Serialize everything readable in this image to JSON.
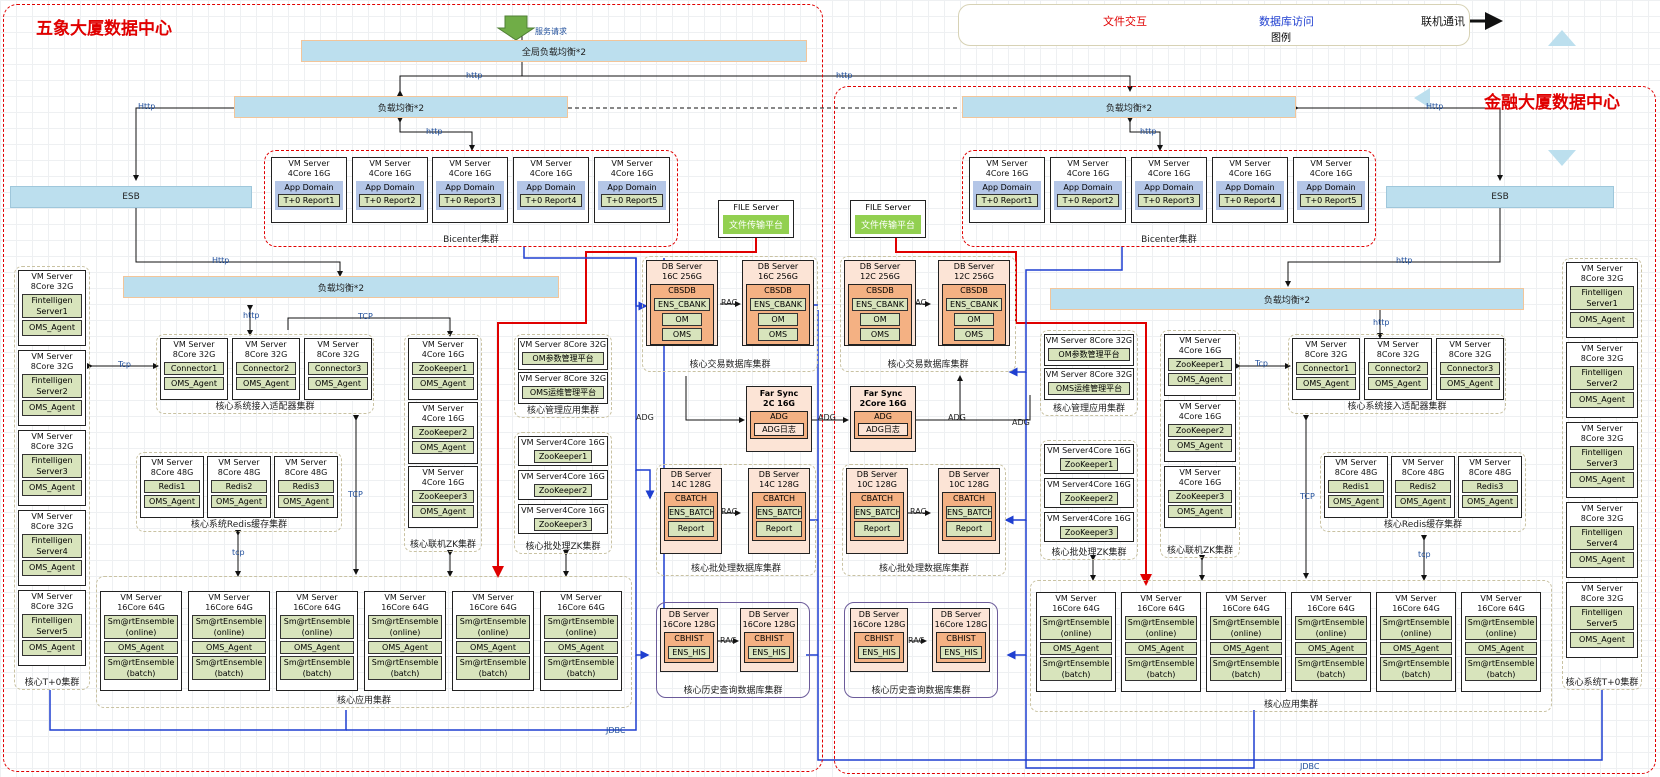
{
  "colors": {
    "file": "#e00000",
    "db": "#1f3fd0",
    "link": "#111111",
    "zone": "#e00000",
    "vm_component": "#d8e4bc",
    "db_server": "#fce4d6",
    "db_component": "#f4b183",
    "app_domain": "#b4c6e7",
    "lb_bar": "#bcdfee"
  },
  "legend": {
    "file_label": "文件交互",
    "db_label": "数据库访问",
    "link_label": "联机通讯",
    "caption": "图例"
  },
  "top": {
    "service_request": "服务请求",
    "global_lb": "全局负载均衡*2"
  },
  "labels": {
    "http": "http",
    "Http": "Http",
    "tcp": "tcp",
    "TCP": "TCP",
    "Tcp": "Tcp",
    "jdbc": "JDBC",
    "rac": "RAC",
    "adg": "ADG"
  },
  "left": {
    "title": "五象大厦数据中心",
    "lb_top": "负载均衡*2",
    "lb_mid": "负载均衡*2",
    "esb": "ESB",
    "bicenter": {
      "label": "Bicenter集群",
      "servers": [
        {
          "name": "VM Server",
          "spec": "4Core 16G",
          "domain": "App Domain",
          "app": "T+0 Report1"
        },
        {
          "name": "VM Server",
          "spec": "4Core 16G",
          "domain": "App Domain",
          "app": "T+0 Report2"
        },
        {
          "name": "VM Server",
          "spec": "4Core 16G",
          "domain": "App Domain",
          "app": "T+0 Report3"
        },
        {
          "name": "VM Server",
          "spec": "4Core 16G",
          "domain": "App Domain",
          "app": "T+0 Report4"
        },
        {
          "name": "VM Server",
          "spec": "4Core 16G",
          "domain": "App Domain",
          "app": "T+0 Report5"
        }
      ]
    },
    "file_server": {
      "name": "FILE Server",
      "platform": "文件传输平台"
    },
    "fintelligen": {
      "label": "核心T+0集群",
      "servers": [
        {
          "name": "VM Server",
          "spec": "8Core 32G",
          "app": "Fintelligen Server1",
          "agent": "OMS_Agent"
        },
        {
          "name": "VM Server",
          "spec": "8Core 32G",
          "app": "Fintelligen Server2",
          "agent": "OMS_Agent"
        },
        {
          "name": "VM Server",
          "spec": "8Core 32G",
          "app": "Fintelligen Server3",
          "agent": "OMS_Agent"
        },
        {
          "name": "VM Server",
          "spec": "8Core 32G",
          "app": "Fintelligen Server4",
          "agent": "OMS_Agent"
        },
        {
          "name": "VM Server",
          "spec": "8Core 32G",
          "app": "Fintelligen Server5",
          "agent": "OMS_Agent"
        }
      ]
    },
    "connectors": {
      "label": "核心系统接入适配器集群",
      "servers": [
        {
          "name": "VM Server",
          "spec": "8Core 32G",
          "app": "Connector1",
          "agent": "OMS_Agent"
        },
        {
          "name": "VM Server",
          "spec": "8Core 32G",
          "app": "Connector2",
          "agent": "OMS_Agent"
        },
        {
          "name": "VM Server",
          "spec": "8Core 32G",
          "app": "Connector3",
          "agent": "OMS_Agent"
        }
      ]
    },
    "redis": {
      "label": "核心系统Redis缓存集群",
      "servers": [
        {
          "name": "VM Server",
          "spec": "8Core 48G",
          "app": "Redis1",
          "agent": "OMS_Agent"
        },
        {
          "name": "VM Server",
          "spec": "8Core 48G",
          "app": "Redis2",
          "agent": "OMS_Agent"
        },
        {
          "name": "VM Server",
          "spec": "8Core 48G",
          "app": "Redis3",
          "agent": "OMS_Agent"
        }
      ]
    },
    "zk": {
      "label": "核心联机ZK集群",
      "servers": [
        {
          "name": "VM Server",
          "spec": "4Core 16G",
          "app": "ZooKeeper1",
          "agent": "OMS_Agent"
        },
        {
          "name": "VM Server",
          "spec": "4Core 16G",
          "app": "ZooKeeper2",
          "agent": "OMS_Agent"
        },
        {
          "name": "VM Server",
          "spec": "4Core 16G",
          "app": "ZooKeeper3",
          "agent": "OMS_Agent"
        }
      ]
    },
    "mgmt": {
      "label": "核心管理应用集群",
      "servers": [
        {
          "name": "VM Server 8Core 32G",
          "app": "OM参数管理平台"
        },
        {
          "name": "VM Server 8Core 32G",
          "app": "OMS运维管理平台"
        }
      ]
    },
    "batchzk": {
      "label": "核心批处理ZK集群",
      "servers": [
        {
          "name": "VM Server4Core 16G",
          "app": "ZooKeeper1"
        },
        {
          "name": "VM Server4Core 16G",
          "app": "ZooKeeper2"
        },
        {
          "name": "VM Server4Core 16G",
          "app": "ZooKeeper3"
        }
      ]
    },
    "apps": {
      "label": "核心应用集群",
      "servers": [
        {
          "name": "VM Server",
          "spec": "16Core 64G",
          "online": "Sm@rtEnsemble (online)",
          "agent": "OMS_Agent",
          "batch": "Sm@rtEnsemble (batch)"
        },
        {
          "name": "VM Server",
          "spec": "16Core 64G",
          "online": "Sm@rtEnsemble (online)",
          "agent": "OMS_Agent",
          "batch": "Sm@rtEnsemble (batch)"
        },
        {
          "name": "VM Server",
          "spec": "16Core 64G",
          "online": "Sm@rtEnsemble (online)",
          "agent": "OMS_Agent",
          "batch": "Sm@rtEnsemble (batch)"
        },
        {
          "name": "VM Server",
          "spec": "16Core 64G",
          "online": "Sm@rtEnsemble (online)",
          "agent": "OMS_Agent",
          "batch": "Sm@rtEnsemble (batch)"
        },
        {
          "name": "VM Server",
          "spec": "16Core 64G",
          "online": "Sm@rtEnsemble (online)",
          "agent": "OMS_Agent",
          "batch": "Sm@rtEnsemble (batch)"
        },
        {
          "name": "VM Server",
          "spec": "16Core 64G",
          "online": "Sm@rtEnsemble (online)",
          "agent": "OMS_Agent",
          "batch": "Sm@rtEnsemble (batch)"
        }
      ]
    },
    "trade_db": {
      "label": "核心交易数据库集群",
      "servers": [
        {
          "name": "DB Server",
          "spec": "16C 256G",
          "db": "CBSDB",
          "inst": "ENS_CBANK",
          "om": "OM",
          "oms": "OMS"
        },
        {
          "name": "DB Server",
          "spec": "16C 256G",
          "db": "CBSDB",
          "inst": "ENS_CBANK",
          "om": "OM",
          "oms": "OMS"
        }
      ]
    },
    "farsync": {
      "name": "Far Sync",
      "spec": "2C 16G",
      "adg": "ADG",
      "log": "ADG日志"
    },
    "batch_db": {
      "label": "核心批处理数据库集群",
      "servers": [
        {
          "name": "DB Server",
          "spec": "14C 128G",
          "db": "CBATCH",
          "inst": "ENS_BATCH",
          "report": "Report"
        },
        {
          "name": "DB Server",
          "spec": "14C 128G",
          "db": "CBATCH",
          "inst": "ENS_BATCH",
          "report": "Report"
        }
      ]
    },
    "hist_db": {
      "label": "核心历史查询数据库集群",
      "servers": [
        {
          "name": "DB Server",
          "spec": "16Core 128G",
          "db": "CBHIST",
          "inst": "ENS_HIS"
        },
        {
          "name": "DB Server",
          "spec": "16Core 128G",
          "db": "CBHIST",
          "inst": "ENS_HIS"
        }
      ]
    }
  },
  "right": {
    "title": "金融大厦数据中心",
    "lb_top": "负载均衡*2",
    "lb_mid": "负载均衡*2",
    "esb": "ESB",
    "bicenter": {
      "label": "Bicenter集群",
      "servers": [
        {
          "name": "VM Server",
          "spec": "4Core 16G",
          "domain": "App Domain",
          "app": "T+0 Report1"
        },
        {
          "name": "VM Server",
          "spec": "4Core 16G",
          "domain": "App Domain",
          "app": "T+0 Report2"
        },
        {
          "name": "VM Server",
          "spec": "4Core 16G",
          "domain": "App Domain",
          "app": "T+0 Report3"
        },
        {
          "name": "VM Server",
          "spec": "4Core 16G",
          "domain": "App Domain",
          "app": "T+0 Report4"
        },
        {
          "name": "VM Server",
          "spec": "4Core 16G",
          "domain": "App Domain",
          "app": "T+0 Report5"
        }
      ]
    },
    "file_server": {
      "name": "FILE Server",
      "platform": "文件传输平台"
    },
    "fintelligen": {
      "label": "核心系统T+0集群",
      "servers": [
        {
          "name": "VM Server",
          "spec": "8Core 32G",
          "app": "Fintelligen Server1",
          "agent": "OMS_Agent"
        },
        {
          "name": "VM Server",
          "spec": "8Core 32G",
          "app": "Fintelligen Server2",
          "agent": "OMS_Agent"
        },
        {
          "name": "VM Server",
          "spec": "8Core 32G",
          "app": "Fintelligen Server3",
          "agent": "OMS_Agent"
        },
        {
          "name": "VM Server",
          "spec": "8Core 32G",
          "app": "Fintelligen Server4",
          "agent": "OMS_Agent"
        },
        {
          "name": "VM Server",
          "spec": "8Core 32G",
          "app": "Fintelligen Server5",
          "agent": "OMS_Agent"
        }
      ]
    },
    "connectors": {
      "label": "核心系统接入适配器集群",
      "servers": [
        {
          "name": "VM Server",
          "spec": "8Core 32G",
          "app": "Connector1",
          "agent": "OMS_Agent"
        },
        {
          "name": "VM Server",
          "spec": "8Core 32G",
          "app": "Connector2",
          "agent": "OMS_Agent"
        },
        {
          "name": "VM Server",
          "spec": "8Core 32G",
          "app": "Connector3",
          "agent": "OMS_Agent"
        }
      ]
    },
    "redis": {
      "label": "核心Redis缓存集群",
      "servers": [
        {
          "name": "VM Server",
          "spec": "8Core 48G",
          "app": "Redis1",
          "agent": "OMS_Agent"
        },
        {
          "name": "VM Server",
          "spec": "8Core 48G",
          "app": "Redis2",
          "agent": "OMS_Agent"
        },
        {
          "name": "VM Server",
          "spec": "8Core 48G",
          "app": "Redis3",
          "agent": "OMS_Agent"
        }
      ]
    },
    "zk": {
      "label": "核心联机ZK集群",
      "servers": [
        {
          "name": "VM Server",
          "spec": "4Core 16G",
          "app": "ZooKeeper1",
          "agent": "OMS_Agent"
        },
        {
          "name": "VM Server",
          "spec": "4Core 16G",
          "app": "ZooKeeper2",
          "agent": "OMS_Agent"
        },
        {
          "name": "VM Server",
          "spec": "4Core 16G",
          "app": "ZooKeeper3",
          "agent": "OMS_Agent"
        }
      ]
    },
    "mgmt": {
      "label": "核心管理应用集群",
      "servers": [
        {
          "name": "VM Server 8Core 32G",
          "app": "OM参数管理平台"
        },
        {
          "name": "VM Server 8Core 32G",
          "app": "OMS运维管理平台"
        }
      ]
    },
    "batchzk": {
      "label": "核心批处理ZK集群",
      "servers": [
        {
          "name": "VM Server4Core 16G",
          "app": "ZooKeeper1"
        },
        {
          "name": "VM Server4Core 16G",
          "app": "ZooKeeper2"
        },
        {
          "name": "VM Server4Core 16G",
          "app": "ZooKeeper3"
        }
      ]
    },
    "apps": {
      "label": "核心应用集群",
      "servers": [
        {
          "name": "VM Server",
          "spec": "16Core 64G",
          "online": "Sm@rtEnsemble (online)",
          "agent": "OMS_Agent",
          "batch": "Sm@rtEnsemble (batch)"
        },
        {
          "name": "VM Server",
          "spec": "16Core 64G",
          "online": "Sm@rtEnsemble (online)",
          "agent": "OMS_Agent",
          "batch": "Sm@rtEnsemble (batch)"
        },
        {
          "name": "VM Server",
          "spec": "16Core 64G",
          "online": "Sm@rtEnsemble (online)",
          "agent": "OMS_Agent",
          "batch": "Sm@rtEnsemble (batch)"
        },
        {
          "name": "VM Server",
          "spec": "16Core 64G",
          "online": "Sm@rtEnsemble (online)",
          "agent": "OMS_Agent",
          "batch": "Sm@rtEnsemble (batch)"
        },
        {
          "name": "VM Server",
          "spec": "16Core 64G",
          "online": "Sm@rtEnsemble (online)",
          "agent": "OMS_Agent",
          "batch": "Sm@rtEnsemble (batch)"
        },
        {
          "name": "VM Server",
          "spec": "16Core 64G",
          "online": "Sm@rtEnsemble (online)",
          "agent": "OMS_Agent",
          "batch": "Sm@rtEnsemble (batch)"
        }
      ]
    },
    "trade_db": {
      "label": "核心交易数据库集群",
      "servers": [
        {
          "name": "DB Server",
          "spec": "12C 256G",
          "db": "CBSDB",
          "inst": "ENS_CBANK",
          "om": "OM",
          "oms": "OMS"
        },
        {
          "name": "DB Server",
          "spec": "12C 256G",
          "db": "CBSDB",
          "inst": "ENS_CBANK",
          "om": "OM",
          "oms": "OMS"
        }
      ]
    },
    "farsync": {
      "name": "Far Sync",
      "spec": "2Core 16G",
      "adg": "ADG",
      "log": "ADG日志"
    },
    "batch_db": {
      "label": "核心批处理数据库集群",
      "servers": [
        {
          "name": "DB Server",
          "spec": "10C 128G",
          "db": "CBATCH",
          "inst": "ENS_BATCH",
          "report": "Report"
        },
        {
          "name": "DB Server",
          "spec": "10C 128G",
          "db": "CBATCH",
          "inst": "ENS_BATCH",
          "report": "Report"
        }
      ]
    },
    "hist_db": {
      "label": "核心历史查询数据库集群",
      "servers": [
        {
          "name": "DB Server",
          "spec": "16Core 128G",
          "db": "CBHIST",
          "inst": "ENS_HIS"
        },
        {
          "name": "DB Server",
          "spec": "16Core 128G",
          "db": "CBHIST",
          "inst": "ENS_HIS"
        }
      ]
    }
  }
}
